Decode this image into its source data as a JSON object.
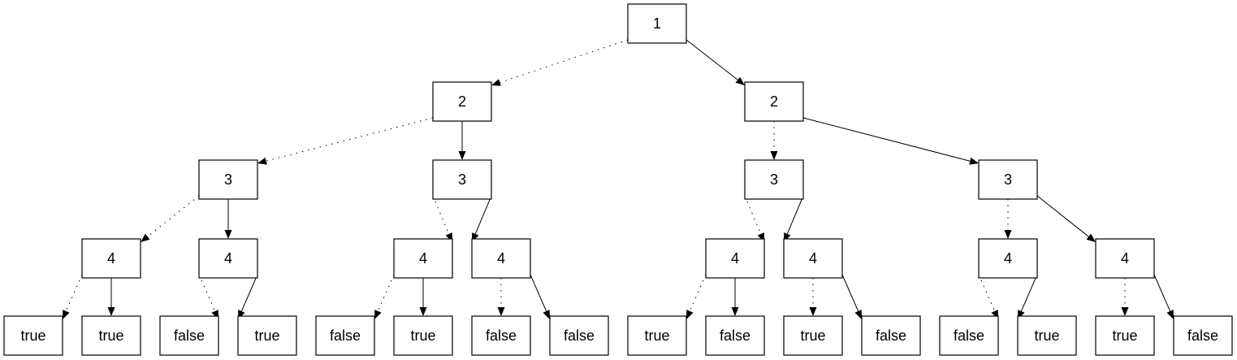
{
  "diagram": {
    "levels": [
      [
        "1"
      ],
      [
        "2",
        "2"
      ],
      [
        "3",
        "3",
        "3",
        "3"
      ],
      [
        "4",
        "4",
        "4",
        "4",
        "4",
        "4",
        "4",
        "4"
      ],
      [
        "true",
        "true",
        "false",
        "true",
        "false",
        "true",
        "false",
        "false",
        "true",
        "false",
        "true",
        "false",
        "false",
        "true",
        "true",
        "false"
      ]
    ],
    "edge_styles": {
      "low_child": "dotted",
      "high_child": "solid"
    }
  }
}
